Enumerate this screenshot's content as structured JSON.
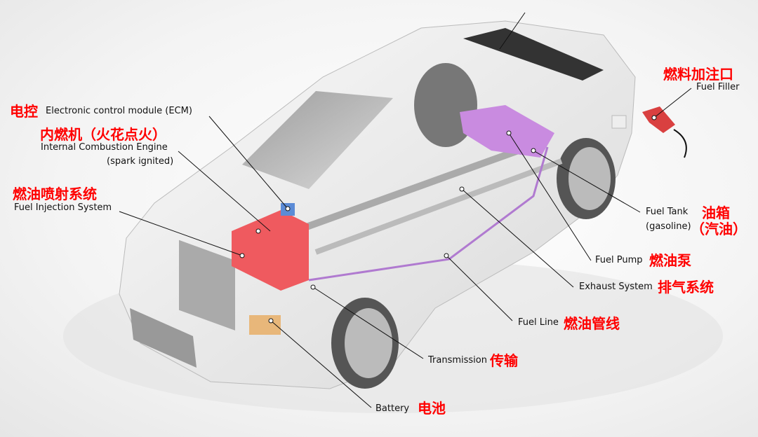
{
  "labels": {
    "ecm": {
      "zh": "电控",
      "en": "Electronic control module (ECM)"
    },
    "engine": {
      "zh": "内燃机（火花点火）",
      "en": "Internal Combustion Engine",
      "en2": "(spark ignited)"
    },
    "injection": {
      "zh": "燃油喷射系统",
      "en": "Fuel Injection System"
    },
    "filler": {
      "zh": "燃料加注口",
      "en": "Fuel Filler"
    },
    "tank": {
      "zh": "油箱",
      "zh2": "（汽油）",
      "en": "Fuel Tank",
      "en2": "(gasoline)"
    },
    "pump": {
      "zh": "燃油泵",
      "en": "Fuel Pump"
    },
    "exhaust": {
      "zh": "排气系统",
      "en": "Exhaust System"
    },
    "fuel_line": {
      "zh": "燃油管线",
      "en": "Fuel Line"
    },
    "transmission": {
      "zh": "传输",
      "en": "Transmission"
    },
    "battery": {
      "zh": "电池",
      "en": "Battery"
    }
  },
  "colors": {
    "zh_label": "#ff0000",
    "engine": "#ef5a5f",
    "fuel_tank": "#c98be0",
    "ecm": "#5b8bd6",
    "battery": "#e8b77a",
    "nozzle": "#d94040"
  }
}
